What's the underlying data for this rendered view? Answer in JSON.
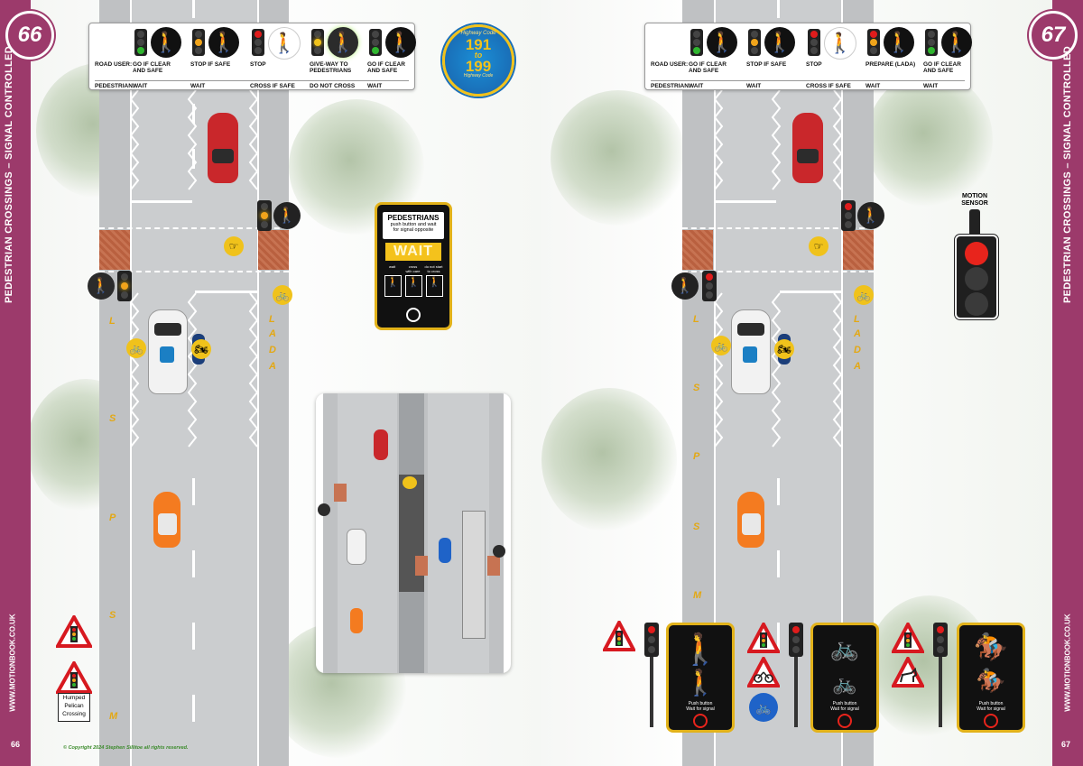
{
  "left_page": {
    "page_badge": "66",
    "spine_title": "PEDESTRIAN CROSSINGS – SIGNAL CONTROLLED",
    "spine_url": "WWW.MOTIONBOOK.CO.UK",
    "page_number": "66",
    "copyright": "© Copyright 2024 Stephen Sillitoe all rights reserved.",
    "legend": {
      "road_user_label": "ROAD USER:",
      "pedestrian_label": "PEDESTRIAN:",
      "phases": [
        {
          "road_user": "GO IF CLEAR\nAND SAFE",
          "pedestrian": "WAIT",
          "light": "green",
          "man": "red"
        },
        {
          "road_user": "STOP IF SAFE",
          "pedestrian": "WAIT",
          "light": "amber",
          "man": "red"
        },
        {
          "road_user": "STOP",
          "pedestrian": "CROSS IF SAFE",
          "light": "red",
          "man": "green"
        },
        {
          "road_user": "GIVE-WAY TO\nPEDESTRIANS",
          "pedestrian": "DO NOT CROSS",
          "light": "flashing-amber",
          "man": "flashing-green"
        },
        {
          "road_user": "GO IF CLEAR\nAND SAFE",
          "pedestrian": "WAIT",
          "light": "green",
          "man": "red"
        }
      ]
    },
    "highway_code_badge": {
      "top": "Highway Code",
      "range_start": "191",
      "range_word": "to",
      "range_end": "199",
      "bottom": "Highway Code"
    },
    "push_button_unit": {
      "heading": "PEDESTRIANS",
      "instruction": "push button and wait\nfor signal opposite",
      "display": "WAIT",
      "modes": [
        "wait",
        "cross\nwith care",
        "do not start\nto cross"
      ]
    },
    "lada_left": [
      "L",
      "S",
      "P",
      "S",
      "M"
    ],
    "lada_right": [
      "L",
      "A",
      "D",
      "A"
    ],
    "crossing_sign_label": "Humped\nPelican\nCrossing"
  },
  "right_page": {
    "page_badge": "67",
    "spine_title": "PEDESTRIAN CROSSINGS – SIGNAL CONTROLLED",
    "spine_url": "WWW.MOTIONBOOK.CO.UK",
    "page_number": "67",
    "legend": {
      "road_user_label": "ROAD USER:",
      "pedestrian_label": "PEDESTRIAN:",
      "phases": [
        {
          "road_user": "GO IF CLEAR\nAND SAFE",
          "pedestrian": "WAIT",
          "light": "green",
          "man": "red"
        },
        {
          "road_user": "STOP IF SAFE",
          "pedestrian": "WAIT",
          "light": "amber",
          "man": "red"
        },
        {
          "road_user": "STOP",
          "pedestrian": "CROSS IF SAFE",
          "light": "red",
          "man": "green"
        },
        {
          "road_user": "PREPARE (LADA)",
          "pedestrian": "WAIT",
          "light": "red-amber",
          "man": "red"
        },
        {
          "road_user": "GO IF CLEAR\nAND SAFE",
          "pedestrian": "WAIT",
          "light": "green",
          "man": "red"
        }
      ]
    },
    "motion_sensor_label": "MOTION\nSENSOR",
    "lada_left": [
      "L",
      "S",
      "P",
      "S",
      "M"
    ],
    "lada_right": [
      "L",
      "A",
      "D",
      "A"
    ],
    "push_button_text": "Push button\nWait for signal"
  },
  "colors": {
    "spine": "#9c3a6b",
    "road": "#bfc1c3",
    "lada_yellow": "#e3a814",
    "signal_red": "#e01c1c",
    "signal_amber": "#f0a41b",
    "signal_green": "#2fb52f",
    "unit_border": "#e2b21a"
  }
}
